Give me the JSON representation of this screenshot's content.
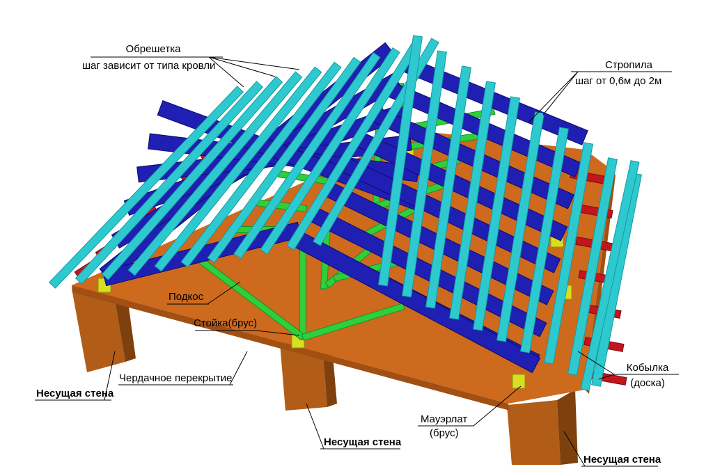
{
  "colors": {
    "lathing": "#2ec9cf",
    "lathing_edge": "#139aa0",
    "rafter": "#1f1fb3",
    "rafter_edge": "#0b0b6e",
    "strut": "#2fcf3c",
    "strut_edge": "#1b8f24",
    "mauerlat": "#d7df1f",
    "rafter_tail": "#c2151c",
    "slab": "#cd6a1e",
    "slab_dark": "#a24f14",
    "wall": "#b15d17",
    "wall_dark": "#7e400d",
    "leader": "#000000"
  },
  "labels": {
    "lathing": "Обрешетка",
    "lathing_note": "шаг зависит от типа кровли",
    "rafters": "Стропила",
    "rafters_note": "шаг от 0,6м до 2м",
    "brace": "Подкос",
    "post": "Стойка(брус)",
    "attic_floor": "Чердачное перекрытие",
    "load_wall_left": "Несущая стена",
    "load_wall_center": "Несущая стена",
    "load_wall_right": "Несущая стена",
    "mauerlat": "Мауэрлат",
    "mauerlat_note": "(брус)",
    "filly": "Кобылка",
    "filly_note": "(доска)"
  }
}
